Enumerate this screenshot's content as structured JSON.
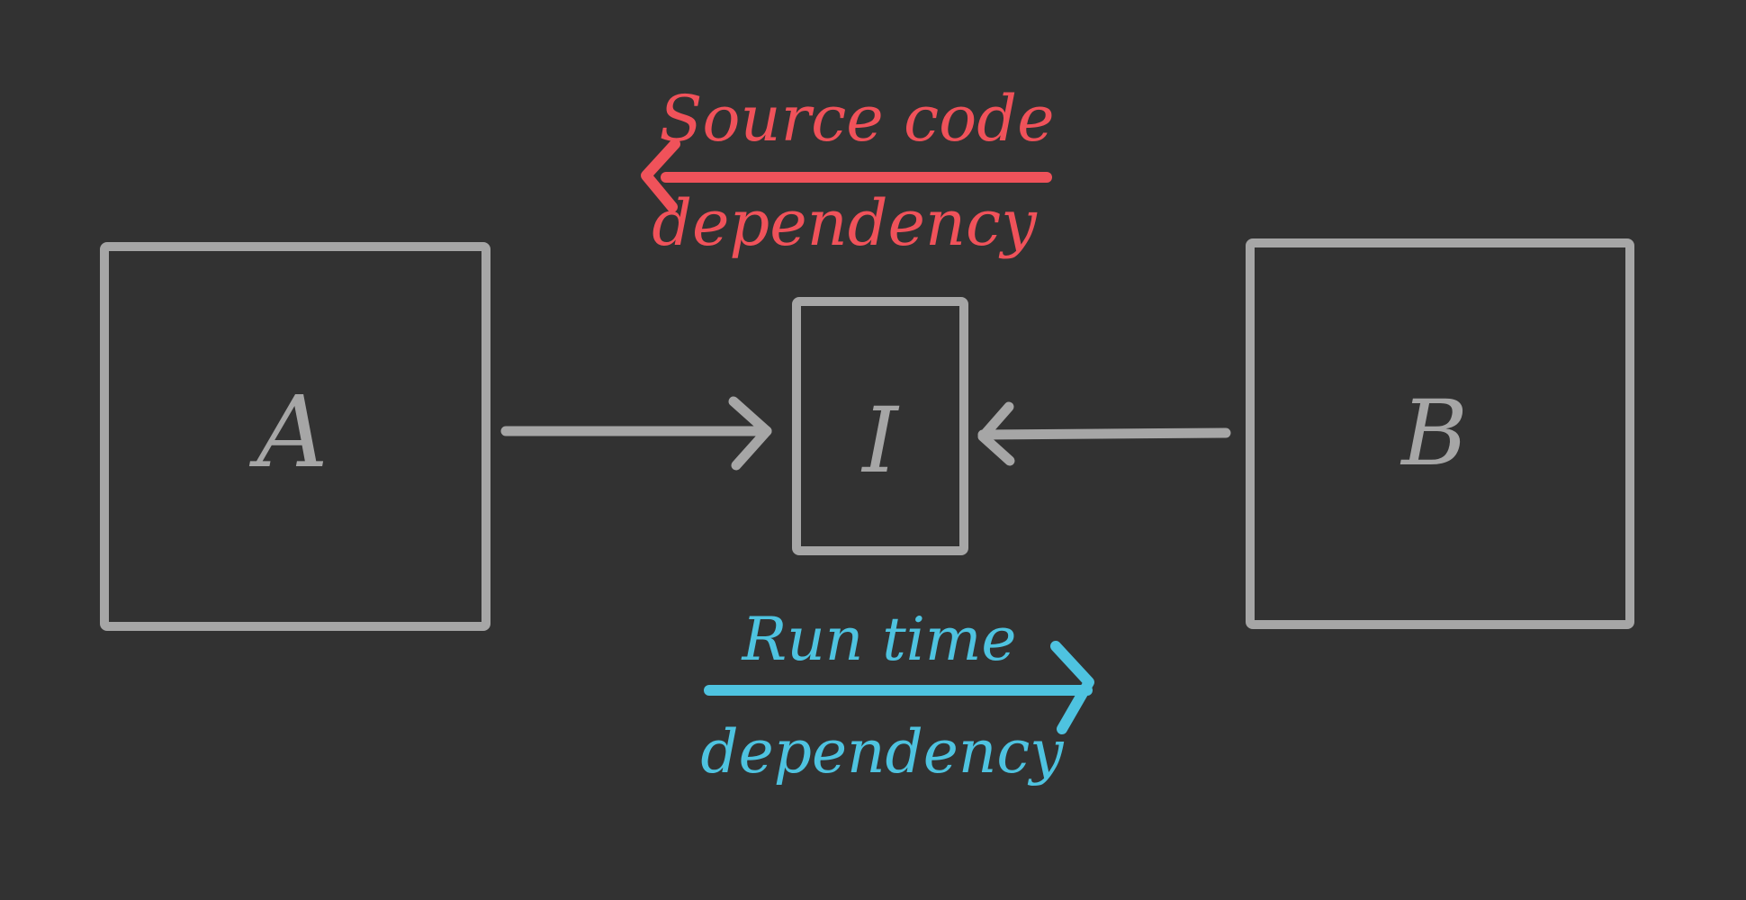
{
  "diagram": {
    "colors": {
      "background": "#323232",
      "box": "#a6a6a6",
      "source_code_dependency": "#f0525a",
      "run_time_dependency": "#4ec3e0"
    },
    "nodes": {
      "a": {
        "label": "A"
      },
      "i": {
        "label": "I"
      },
      "b": {
        "label": "B"
      }
    },
    "edges": [
      {
        "from": "A",
        "to": "I"
      },
      {
        "from": "B",
        "to": "I"
      }
    ],
    "source_code_dependency": {
      "label_top": "Source code",
      "label_bottom": "dependency",
      "direction": "left"
    },
    "run_time_dependency": {
      "label_top": "Run time",
      "label_bottom": "dependency",
      "direction": "right"
    }
  }
}
